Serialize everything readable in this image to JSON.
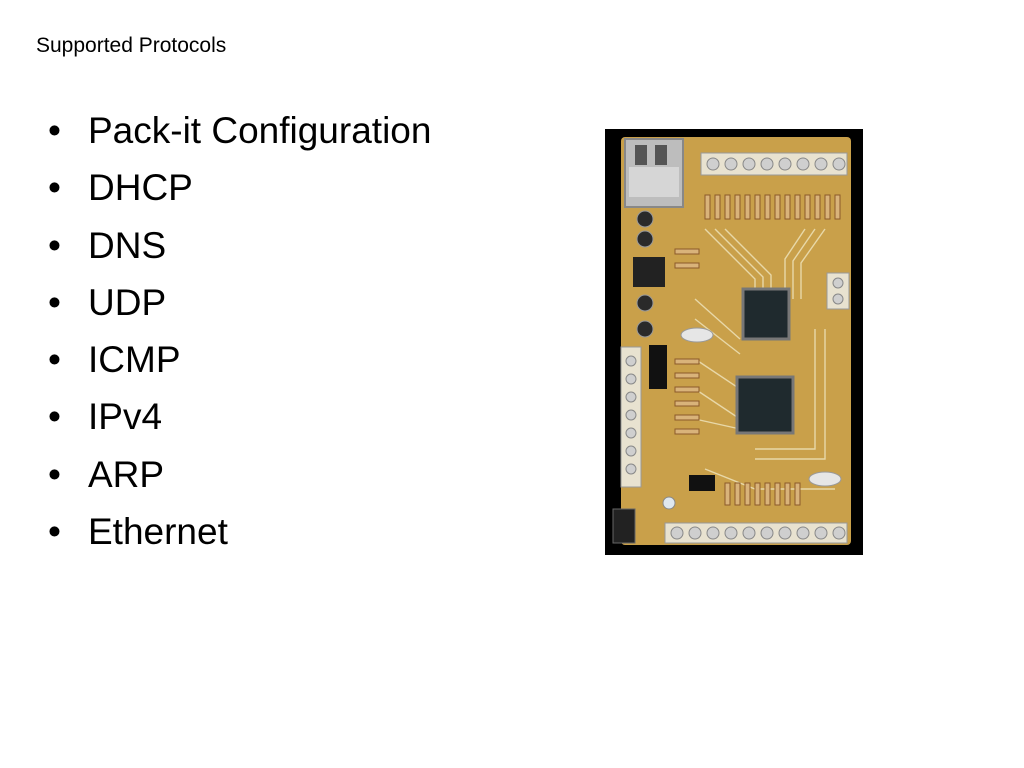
{
  "slide": {
    "title": "Supported Protocols",
    "bullet_symbol": "•",
    "bullets": [
      "Pack-it Configuration",
      "DHCP",
      "DNS",
      "UDP",
      "ICMP",
      "IPv4",
      "ARP",
      "Ethernet"
    ]
  },
  "photo": {
    "icon": "circuit-board-image",
    "colors": {
      "background": "#000000",
      "board": "#c9a04a",
      "chip": "#1f2a2e",
      "trace": "#e8d8a8"
    }
  }
}
